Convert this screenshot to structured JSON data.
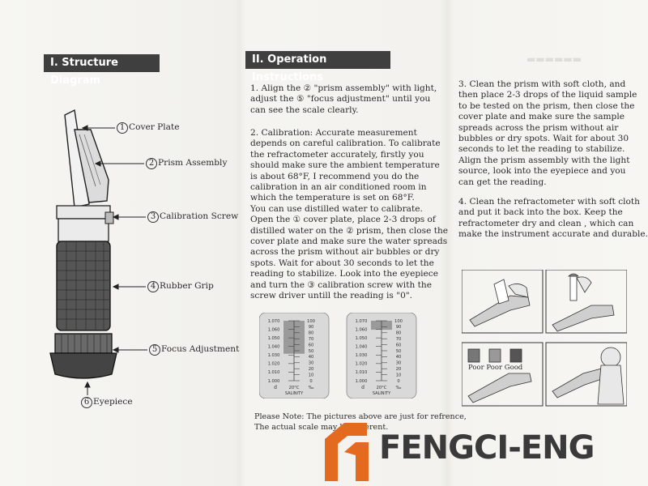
{
  "structure": {
    "title": "I. Structure Diagram",
    "labels": [
      {
        "num": "1",
        "text": "Cover Plate"
      },
      {
        "num": "2",
        "text": "Prism Assembly"
      },
      {
        "num": "3",
        "text": "Calibration Screw"
      },
      {
        "num": "4",
        "text": "Rubber Grip"
      },
      {
        "num": "5",
        "text": "Focus Adjustment"
      },
      {
        "num": "6",
        "text": "Eyepiece"
      }
    ]
  },
  "operation": {
    "title": "II. Operation Instructions",
    "step1": [
      "1. Align the ② \"prism assembly\" with light,",
      "adjust the ⑤ \"focus adjustment\" until you",
      "can see the scale clearly."
    ],
    "step2": [
      "2. Calibration: Accurate measurement",
      "depends on careful calibration. To calibrate",
      "the refractometer  accurately, firstly you",
      "should make sure the ambient temperature",
      "is about 68°F, I recommend you do the",
      "calibration in an air conditioned room in",
      "which the temperature is set on 68°F.",
      "You can use distilled water to calibrate.",
      "Open the ① cover plate, place 2-3 drops of",
      "distilled water on the ② prism, then close the",
      "cover plate and make sure the water spreads",
      "across the prism without air bubbles or dry",
      "spots. Wait for about 30 seconds to let the",
      "reading to stabilize. Look into the eyepiece",
      "and turn the ③ calibration screw with the",
      "screw driver untill the reading is \"0\"."
    ],
    "step3": [
      "3. Clean the prism with soft cloth, and",
      "then place 2-3 drops of the liquid sample",
      "to be tested on the prism, then close the",
      "cover plate and make sure the sample",
      "spreads across the prism without air",
      "bubbles or dry spots. Wait for about 30",
      "seconds to let the reading to stabilize.",
      "Align the prism assembly with the light",
      "source, look into the eyepiece and you",
      "can get the reading."
    ],
    "step4": [
      "4. Clean the refractometer with soft cloth",
      "and put it back into the box. Keep the",
      "refractometer dry and clean , which can",
      "make the instrument accurate and durable."
    ],
    "note": [
      "Please Note: The pictures above are just for refrence,",
      "The actual scale may be different."
    ]
  },
  "scale": {
    "left_ticks": [
      "1.070",
      "1.060",
      "1.050",
      "1.040",
      "1.030",
      "1.020",
      "1.010",
      "1.000"
    ],
    "right_ticks": [
      "100",
      "90",
      "80",
      "70",
      "60",
      "50",
      "40",
      "30",
      "20",
      "10",
      "0"
    ],
    "temp": "20°C",
    "unit": "‰",
    "d_label": "d",
    "salinity": "SALINITY",
    "fill_left": 0.55,
    "fill_right": 0.15
  },
  "quality": {
    "labels": [
      "Poor",
      "Poor",
      "Good"
    ]
  },
  "brand": {
    "name": "FENGCI-ENG"
  },
  "colors": {
    "header_bg": "#3f3f3f",
    "logo_orange": "#e46a1f",
    "logo_text": "#3a3a3a"
  }
}
